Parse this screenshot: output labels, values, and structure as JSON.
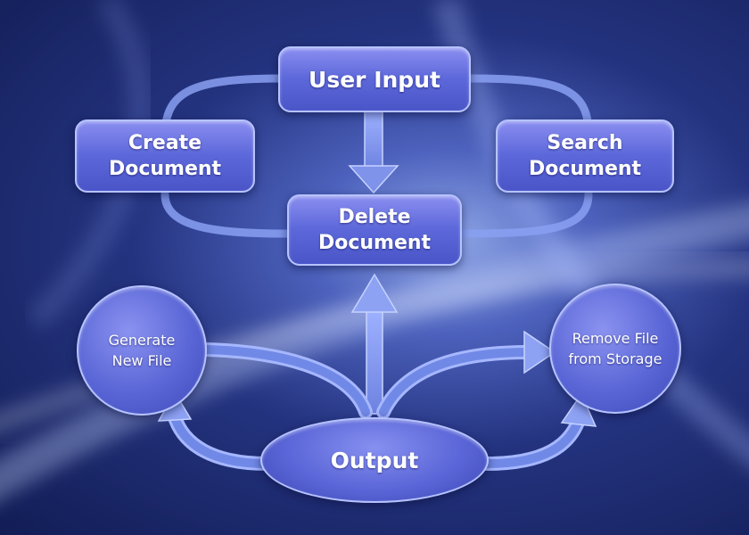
{
  "nodes": {
    "user_input": "User Input",
    "create_document": [
      "Create",
      "Document"
    ],
    "search_document": [
      "Search",
      "Document"
    ],
    "delete_document": [
      "Delete",
      "Document"
    ],
    "generate_new_file": [
      "Generate",
      "New File"
    ],
    "remove_file": [
      "Remove File",
      "from Storage"
    ],
    "output": "Output"
  },
  "colors": {
    "node_fill": "#5d68da",
    "node_border": "#b6c3ff",
    "arrow": "#7d95ee",
    "background_dark": "#121d55"
  }
}
